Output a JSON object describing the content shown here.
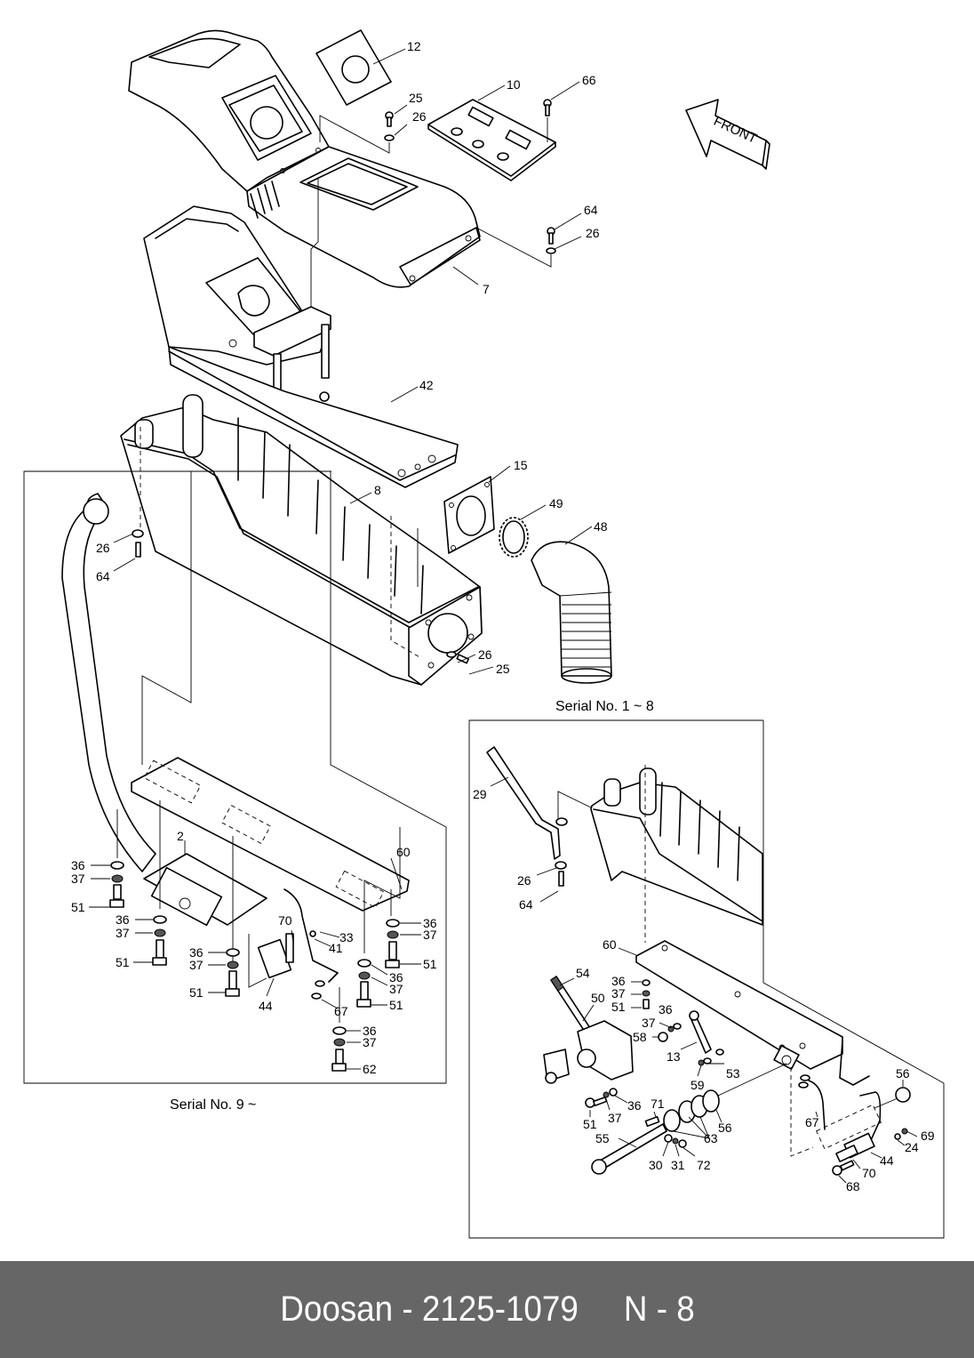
{
  "document": {
    "type": "exploded parts diagram",
    "direction_label": "FRONT",
    "serial_labels": {
      "upper_variant": "Serial No. 1 ~ 8",
      "lower_left_variant": "Serial No. 9 ~"
    }
  },
  "callouts": {
    "main": [
      "12",
      "25",
      "26",
      "10",
      "66",
      "64",
      "26",
      "7",
      "42",
      "15",
      "49",
      "48",
      "8",
      "26",
      "64",
      "26",
      "25"
    ],
    "serial_9_box": [
      "2",
      "60",
      "36",
      "37",
      "51",
      "36",
      "37",
      "51",
      "36",
      "37",
      "51",
      "70",
      "33",
      "41",
      "44",
      "67",
      "36",
      "37",
      "51",
      "36",
      "37",
      "51",
      "36",
      "37",
      "62"
    ],
    "serial_1_8_box": [
      "29",
      "26",
      "64",
      "60",
      "54",
      "50",
      "36",
      "37",
      "51",
      "36",
      "37",
      "58",
      "13",
      "59",
      "53",
      "51",
      "37",
      "36",
      "71",
      "55",
      "30",
      "31",
      "72",
      "63",
      "56",
      "56",
      "67",
      "69",
      "24",
      "44",
      "70",
      "68"
    ]
  },
  "footer": {
    "text": "Doosan - 2125-1079     N - 8",
    "background": "#666666",
    "color": "#ffffff"
  }
}
